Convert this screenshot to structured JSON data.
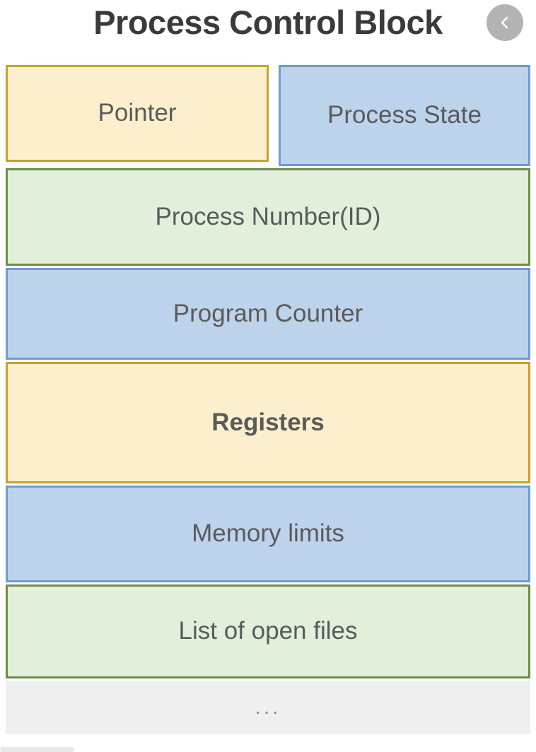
{
  "header": {
    "title": "Process Control Block",
    "prev_button": {
      "icon": "chevron-left-icon",
      "label": "",
      "color": "#b3b3b3"
    }
  },
  "diagram": {
    "name": "process-control-block",
    "colors": {
      "yellow_fill": "#fcefcd",
      "yellow_border": "#c9a227",
      "blue_fill": "#bdd3ec",
      "blue_border": "#6f9bd1",
      "green_fill": "#e2efda",
      "green_border": "#6e8b4b",
      "gray_fill": "#efefef",
      "text": "#5a5a5a",
      "title_text": "#3a3a3a"
    },
    "rows": [
      {
        "cells": [
          {
            "label": "Pointer",
            "color": "yellow",
            "bold": false
          },
          {
            "label": "Process State",
            "color": "blue",
            "bold": false
          }
        ]
      },
      {
        "cells": [
          {
            "label": "Process Number(ID)",
            "color": "green",
            "bold": false
          }
        ]
      },
      {
        "cells": [
          {
            "label": "Program Counter",
            "color": "blue",
            "bold": false
          }
        ]
      },
      {
        "cells": [
          {
            "label": "Registers",
            "color": "yellow",
            "bold": true
          }
        ]
      },
      {
        "cells": [
          {
            "label": "Memory limits",
            "color": "blue",
            "bold": false
          }
        ]
      },
      {
        "cells": [
          {
            "label": "List of open files",
            "color": "green",
            "bold": false
          }
        ]
      },
      {
        "cells": [
          {
            "label": "...",
            "color": "gray",
            "bold": false
          }
        ]
      }
    ]
  }
}
